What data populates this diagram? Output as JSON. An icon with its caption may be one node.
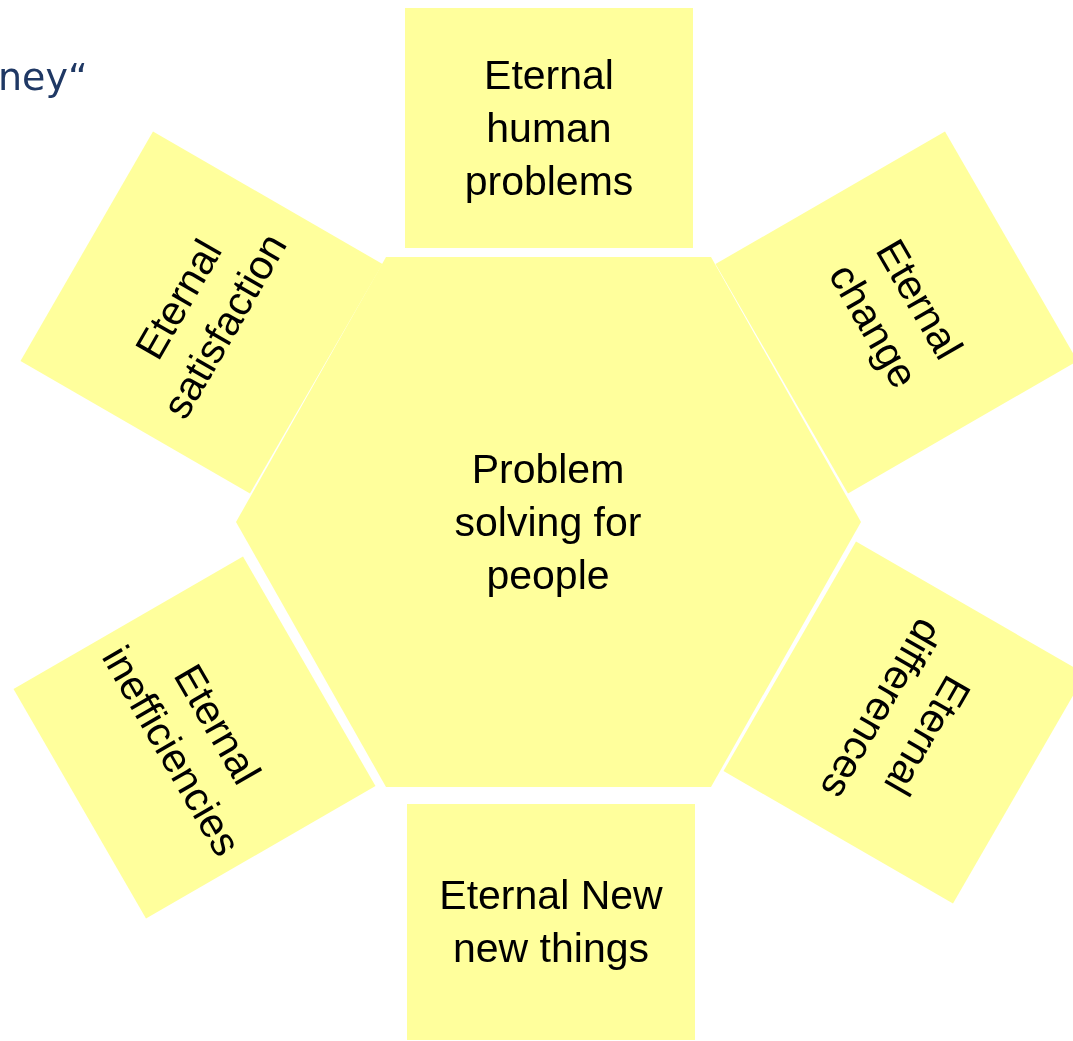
{
  "diagram": {
    "nodes": [
      {
        "text": [
          "Eternal human problems"
        ]
      },
      {
        "text": [
          "Eternal satisfaction"
        ]
      },
      {
        "text": [
          "Eternal change"
        ]
      },
      {
        "text": [
          "Problem solving for people"
        ]
      },
      {
        "text": [
          "Eternal inefficiencies"
        ]
      },
      {
        "text": [
          "Eternal differences"
        ]
      },
      {
        "text": [
          "Eternal New new things"
        ]
      }
    ],
    "edges": [],
    "labels": [
      "ney“"
    ]
  }
}
